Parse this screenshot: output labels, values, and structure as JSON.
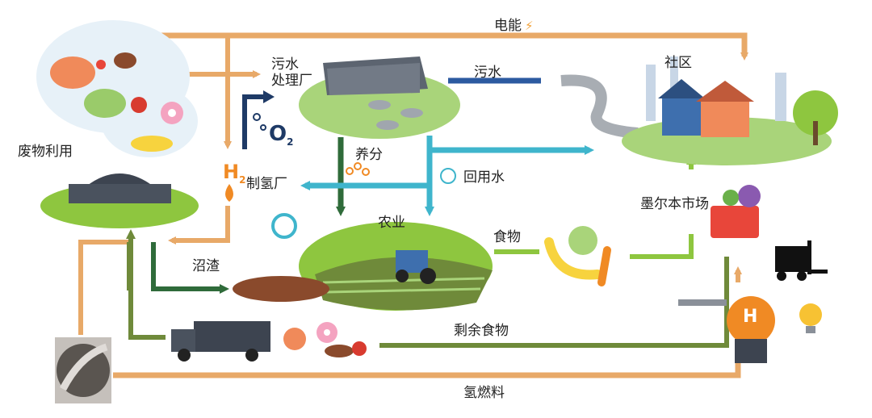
{
  "labels": {
    "electricity": "电能",
    "wastewater_plant": "污水\n处理厂",
    "wastewater": "污水",
    "community": "社区",
    "waste_utilization": "废物利用",
    "nutrients": "养分",
    "recycled_water": "回用水",
    "hydrogen_plant": "制氢厂",
    "melbourne_market": "墨尔本市场",
    "agriculture": "农业",
    "food": "食物",
    "digestate": "沼渣",
    "leftover_food": "剩余食物",
    "hydrogen_fuel": "氢燃料",
    "oxygen": "O",
    "oxygen_sub": "2",
    "hydrogen": "H",
    "hydrogen_sub": "2",
    "pump_letter": "H"
  },
  "colors": {
    "orange_flow": "#e8a968",
    "dark_green_flow": "#2f6b3a",
    "light_green_flow": "#8ec63f",
    "olive_flow": "#6f8a3a",
    "blue_flow": "#3fb5cc",
    "navy_flow": "#2c5aa0",
    "accent_orange": "#f08a24"
  }
}
